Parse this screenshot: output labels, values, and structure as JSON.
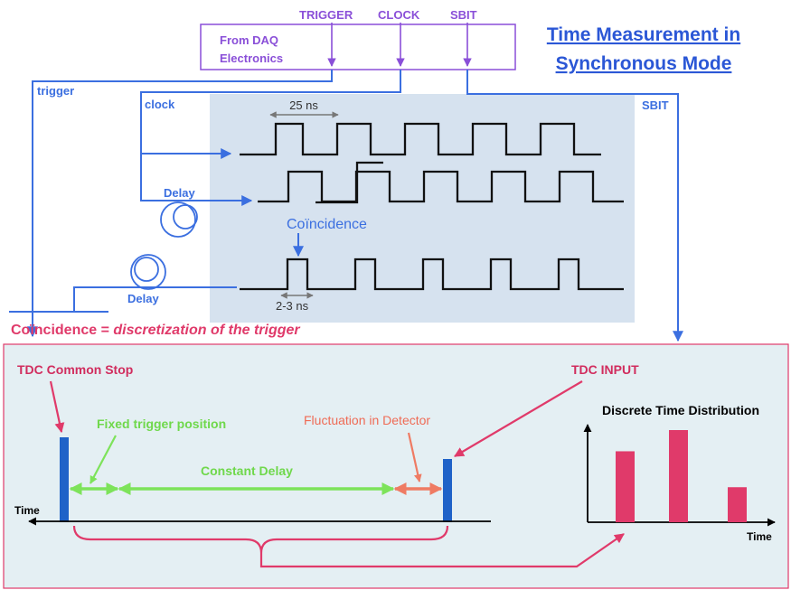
{
  "title": {
    "line1": "Time Measurement in",
    "line2": "Synchronous Mode"
  },
  "daq": {
    "box_line1": "From DAQ",
    "box_line2": "Electronics",
    "signals": {
      "trigger": "TRIGGER",
      "clock": "CLOCK",
      "sbit": "SBIT"
    }
  },
  "lines": {
    "trigger": "trigger",
    "clock": "clock",
    "sbit": "SBIT"
  },
  "timing": {
    "period": "25 ns",
    "delay_clock": "Delay",
    "coincidence": "Coïncidence",
    "delay_trigger": "Delay",
    "pulse_width": "2-3 ns"
  },
  "coincidence_note": {
    "lead": "Coïncidence = ",
    "emphasis": "discretization of the trigger"
  },
  "tdc": {
    "common_stop": "TDC Common Stop",
    "input": "TDC INPUT",
    "fixed_trigger": "Fixed trigger position",
    "constant_delay": "Constant Delay",
    "fluctuation": "Fluctuation in Detector",
    "time_axis": "Time"
  },
  "distribution": {
    "title": "Discrete Time Distribution",
    "x_axis": "Time",
    "bars": [
      0.77,
      1.0,
      0.38
    ]
  },
  "colors": {
    "blue": "#3b6fe0",
    "purple": "#8a4fd8",
    "pink": "#e03a6a",
    "green": "#7de35a",
    "salmon": "#ef7b63",
    "panel_bg": "#e4eff3",
    "timing_bg": "#d6e2ef",
    "bar_blue": "#1f62c8"
  }
}
